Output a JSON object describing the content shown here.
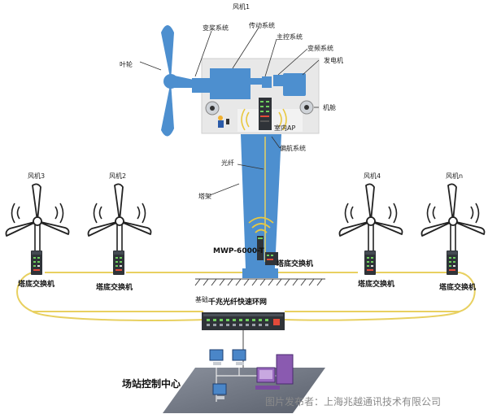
{
  "turbine_main": {
    "title": "风机1",
    "labels": {
      "blade": "叶轮",
      "pitch": "变桨系统",
      "drive": "传动系统",
      "main_control": "主控系统",
      "converter": "变频系统",
      "generator": "发电机",
      "nacelle": "机舱",
      "indoor_ap": "室内AP",
      "yaw": "偏航系统",
      "fiber": "光纤",
      "tower": "塔架",
      "base_device": "MWP-6000-T",
      "base_switch": "塔底交换机",
      "foundation": "基础"
    }
  },
  "other_turbines": [
    {
      "title": "风机3",
      "switch": "塔底交换机"
    },
    {
      "title": "风机2",
      "switch": "塔底交换机"
    },
    {
      "title": "风机4",
      "switch": "塔底交换机"
    },
    {
      "title": "风机n",
      "switch": "塔底交换机"
    }
  ],
  "ring": {
    "label": "千兆光纤快速环网"
  },
  "control_center": {
    "label": "场站控制中心"
  },
  "watermark": "图片发布者：上海兆越通讯技术有限公司",
  "colors": {
    "blue": "#4d8fcf",
    "ring": "#e8d060",
    "nacelle": "#e8e8e8",
    "floor": "#6f7684"
  }
}
